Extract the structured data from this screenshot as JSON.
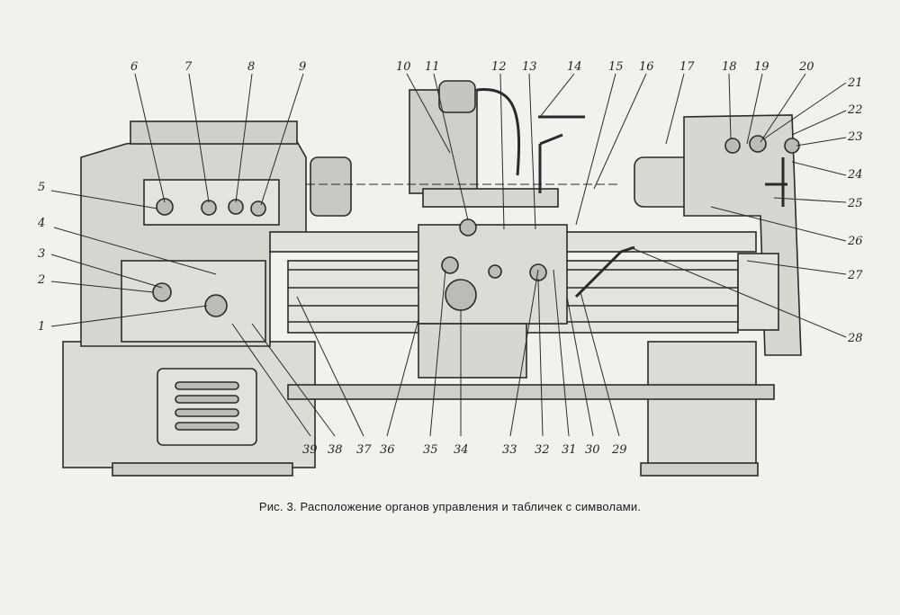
{
  "caption": "Рис. 3. Расположение органов управления и табличек с символами.",
  "callouts_top": [
    "6",
    "7",
    "8",
    "9",
    "10",
    "11",
    "12",
    "13",
    "14",
    "15",
    "16",
    "17",
    "18",
    "19",
    "20"
  ],
  "callouts_left": [
    "5",
    "4",
    "3",
    "2",
    "1"
  ],
  "callouts_right": [
    "21",
    "22",
    "23",
    "24",
    "25",
    "26",
    "27",
    "28"
  ],
  "callouts_bottom": [
    "39",
    "38",
    "37",
    "36",
    "35",
    "34",
    "33",
    "32",
    "31",
    "30",
    "29"
  ]
}
